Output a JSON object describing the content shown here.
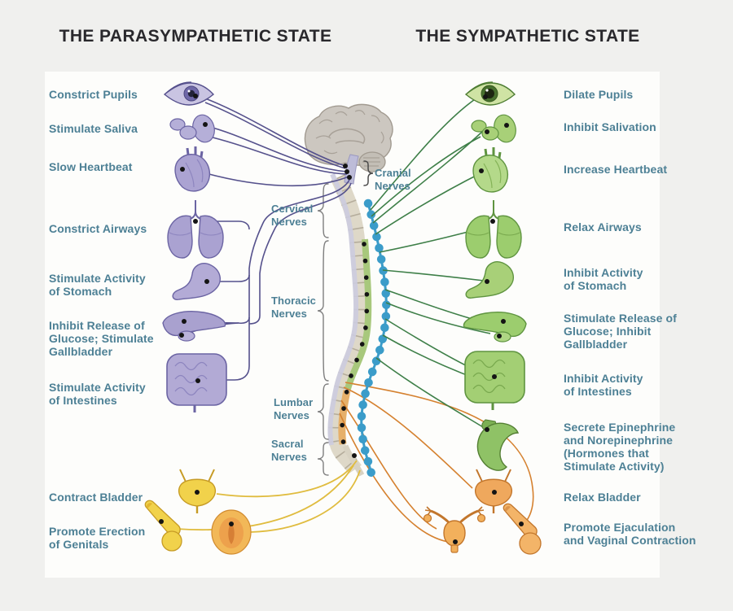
{
  "titles": {
    "parasympathetic": "THE PARASYMPATHETIC STATE",
    "sympathetic": "THE SYMPATHETIC STATE"
  },
  "parasympathetic_labels": [
    "Constrict Pupils",
    "Stimulate Saliva",
    "Slow Heartbeat",
    "Constrict Airways",
    "Stimulate Activity\nof Stomach",
    "Inhibit Release of\nGlucose; Stimulate\nGallbladder",
    "Stimulate Activity\nof Intestines",
    "Contract Bladder",
    "Promote Erection\nof Genitals"
  ],
  "sympathetic_labels": [
    "Dilate Pupils",
    "Inhibit Salivation",
    "Increase Heartbeat",
    "Relax Airways",
    "Inhibit Activity\nof Stomach",
    "Stimulate Release of\nGlucose; Inhibit\nGallbladder",
    "Inhibit Activity\nof Intestines",
    "Secrete Epinephrine\nand Norepinephrine\n(Hormones that\nStimulate Activity)",
    "Relax Bladder",
    "Promote Ejaculation\nand Vaginal Contraction"
  ],
  "nerve_labels": [
    "Cranial\nNerves",
    "Cervical\nNerves",
    "Thoracic\nNerves",
    "Lumbar\nNerves",
    "Sacral\nNerves"
  ],
  "colors": {
    "background": "#f0f0ee",
    "panel": "#fdfdfb",
    "label_teal": "#4d8095",
    "title_dark": "#29282c",
    "parasympathetic_organ": "#aba3d2",
    "parasympathetic_nerve": "#55518c",
    "sympathetic_organ": "#a3cf74",
    "sympathetic_nerve": "#3e7f48",
    "sympathetic_chain_blue": "#3b9cc9",
    "sacral_nerve_yellow": "#e0bc3f",
    "lumbar_nerve_orange": "#d5812f",
    "pelvic_organ_yellow": "#f1d24b",
    "pelvic_organ_orange": "#efa85d",
    "spine_beige": "#ded8c8",
    "brain_gray": "#ccc7c0"
  }
}
